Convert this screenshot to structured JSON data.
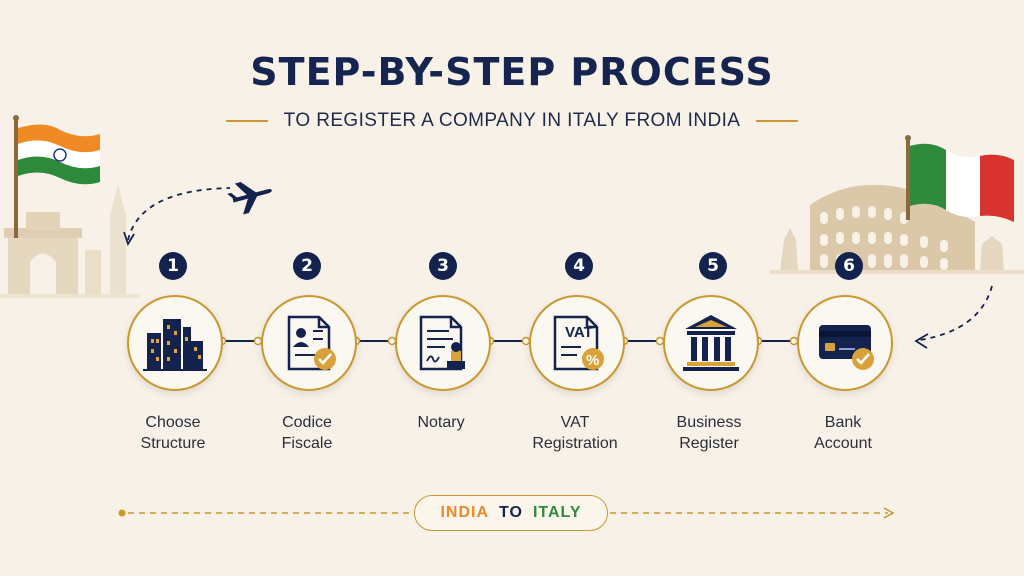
{
  "header": {
    "title": "STEP-BY-STEP PROCESS",
    "subtitle": "TO REGISTER A COMPANY IN ITALY FROM INDIA"
  },
  "steps": [
    {
      "number": "1",
      "line1": "Choose",
      "line2": "Structure",
      "icon": "buildings-icon"
    },
    {
      "number": "2",
      "line1": "Codice",
      "line2": "Fiscale",
      "icon": "id-document-check-icon"
    },
    {
      "number": "3",
      "line1": "Notary",
      "line2": "",
      "icon": "document-stamp-icon"
    },
    {
      "number": "4",
      "line1": "VAT",
      "line2": "Registration",
      "icon": "vat-document-icon",
      "icon_text": "VAT",
      "icon_badge": "%"
    },
    {
      "number": "5",
      "line1": "Business",
      "line2": "Register",
      "icon": "bank-building-icon"
    },
    {
      "number": "6",
      "line1": "Bank",
      "line2": "Account",
      "icon": "credit-card-check-icon"
    }
  ],
  "badge": {
    "from": "INDIA",
    "connector": "TO",
    "to": "ITALY"
  },
  "colors": {
    "navy": "#14234d",
    "gold": "#c9982f",
    "saffron": "#e8892a",
    "green": "#2f8a3b",
    "background": "#f7f1e7"
  }
}
